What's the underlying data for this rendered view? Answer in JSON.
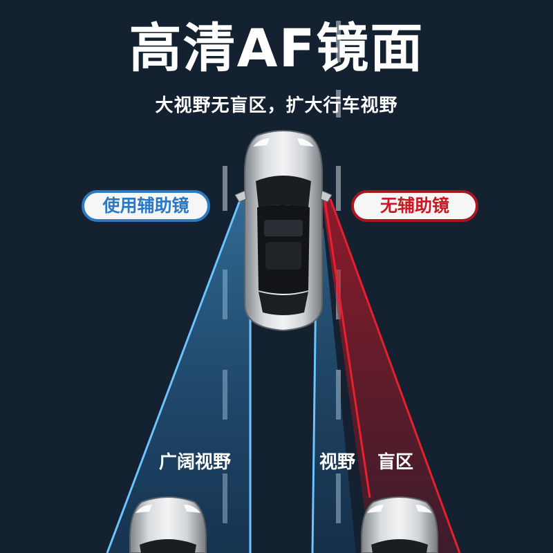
{
  "header": {
    "title": "高清AF镜面",
    "subtitle": "大视野无盲区，扩大行车视野"
  },
  "badges": {
    "with_mirror": "使用辅助镜",
    "without_mirror": "无辅助镜"
  },
  "zones": {
    "wide_view": "广阔视野",
    "view": "视野",
    "blind_spot": "盲区"
  },
  "colors": {
    "background": "#142131",
    "accent_blue": "#2b79c4",
    "accent_red": "#c91a24"
  }
}
